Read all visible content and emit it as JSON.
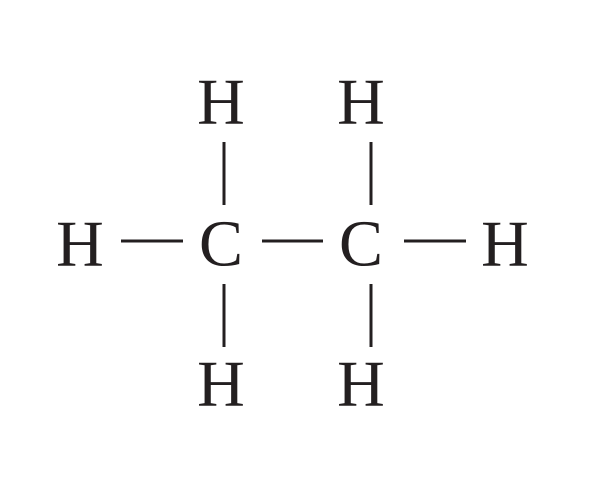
{
  "molecule": {
    "colors": {
      "ink": "#231f20",
      "background": "#ffffff"
    },
    "atoms": [
      {
        "id": "H1",
        "symbol": "H"
      },
      {
        "id": "H2",
        "symbol": "H"
      },
      {
        "id": "H3",
        "symbol": "H"
      },
      {
        "id": "C1",
        "symbol": "C"
      },
      {
        "id": "C2",
        "symbol": "C"
      },
      {
        "id": "H4",
        "symbol": "H"
      },
      {
        "id": "H5",
        "symbol": "H"
      },
      {
        "id": "H6",
        "symbol": "H"
      }
    ],
    "bonds": [
      {
        "from": "H1",
        "to": "C1",
        "order": 1
      },
      {
        "from": "C1",
        "to": "C2",
        "order": 1
      },
      {
        "from": "C2",
        "to": "H4",
        "order": 1
      },
      {
        "from": "H2",
        "to": "C1",
        "order": 1
      },
      {
        "from": "C1",
        "to": "H5",
        "order": 1
      },
      {
        "from": "H3",
        "to": "C2",
        "order": 1
      },
      {
        "from": "C2",
        "to": "H6",
        "order": 1
      }
    ]
  }
}
